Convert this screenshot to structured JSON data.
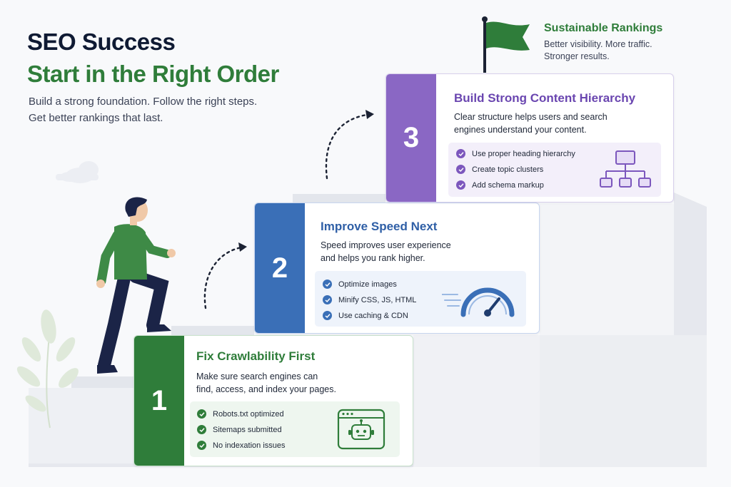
{
  "header": {
    "title_line1": "SEO Success",
    "title_line2": "Start in the Right Order",
    "subtitle_line1": "Build a strong foundation. Follow the right steps.",
    "subtitle_line2": "Get better rankings that last."
  },
  "goal": {
    "title": "Sustainable Rankings",
    "line1": "Better visibility. More traffic.",
    "line2": "Stronger results."
  },
  "steps": [
    {
      "number": "1",
      "title": "Fix Crawlability First",
      "desc_line1": "Make sure search engines can",
      "desc_line2": "find, access, and index your pages.",
      "checks": [
        "Robots.txt optimized",
        "Sitemaps submitted",
        "No indexation issues"
      ],
      "icon": "robot-browser-icon",
      "color": "#2f7d3a"
    },
    {
      "number": "2",
      "title": "Improve Speed Next",
      "desc_line1": "Speed improves user experience",
      "desc_line2": "and helps you rank higher.",
      "checks": [
        "Optimize images",
        "Minify CSS, JS, HTML",
        "Use caching & CDN"
      ],
      "icon": "speedometer-icon",
      "color": "#3a6fb7"
    },
    {
      "number": "3",
      "title": "Build Strong Content Hierarchy",
      "desc_line1": "Clear structure helps users and search",
      "desc_line2": "engines understand your content.",
      "checks": [
        "Use proper heading hierarchy",
        "Create topic clusters",
        "Add schema markup"
      ],
      "icon": "sitemap-hierarchy-icon",
      "color": "#8a67c4"
    }
  ],
  "colors": {
    "green": "#2f7d3a",
    "blue": "#3a6fb7",
    "purple": "#8a67c4",
    "navy": "#0f1a33"
  }
}
